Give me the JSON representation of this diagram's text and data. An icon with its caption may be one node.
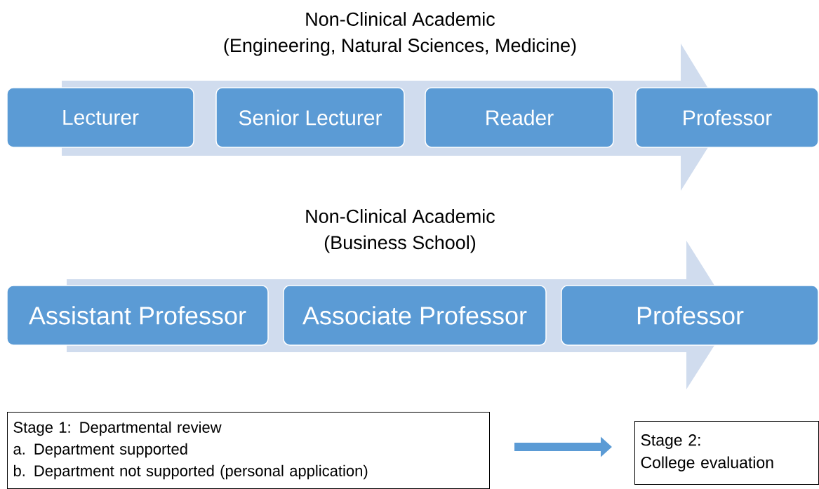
{
  "diagram": {
    "nodes": [
      {
        "text": [
          "Lecturer"
        ]
      },
      {
        "text": [
          "Senior Lecturer"
        ]
      },
      {
        "text": [
          "Reader"
        ]
      },
      {
        "text": [
          "Professor"
        ]
      },
      {
        "text": [
          "Assistant Professor"
        ]
      },
      {
        "text": [
          "Associate Professor"
        ]
      },
      {
        "text": [
          "Professor"
        ]
      },
      {
        "text": [
          "Stage 1: Departmental review",
          "a.\tDepartment supported",
          "b.\tDepartment not supported (personal application)"
        ]
      },
      {
        "text": [
          "Stage 2:",
          "College evaluation"
        ]
      }
    ],
    "edges": [
      {
        "from": 7,
        "to": 8,
        "arrow": "to"
      }
    ],
    "labels": [
      "Non-Clinical Academic",
      "(Engineering, Natural Sciences, Medicine)",
      "Non-Clinical Academic",
      "(Business School)"
    ]
  }
}
